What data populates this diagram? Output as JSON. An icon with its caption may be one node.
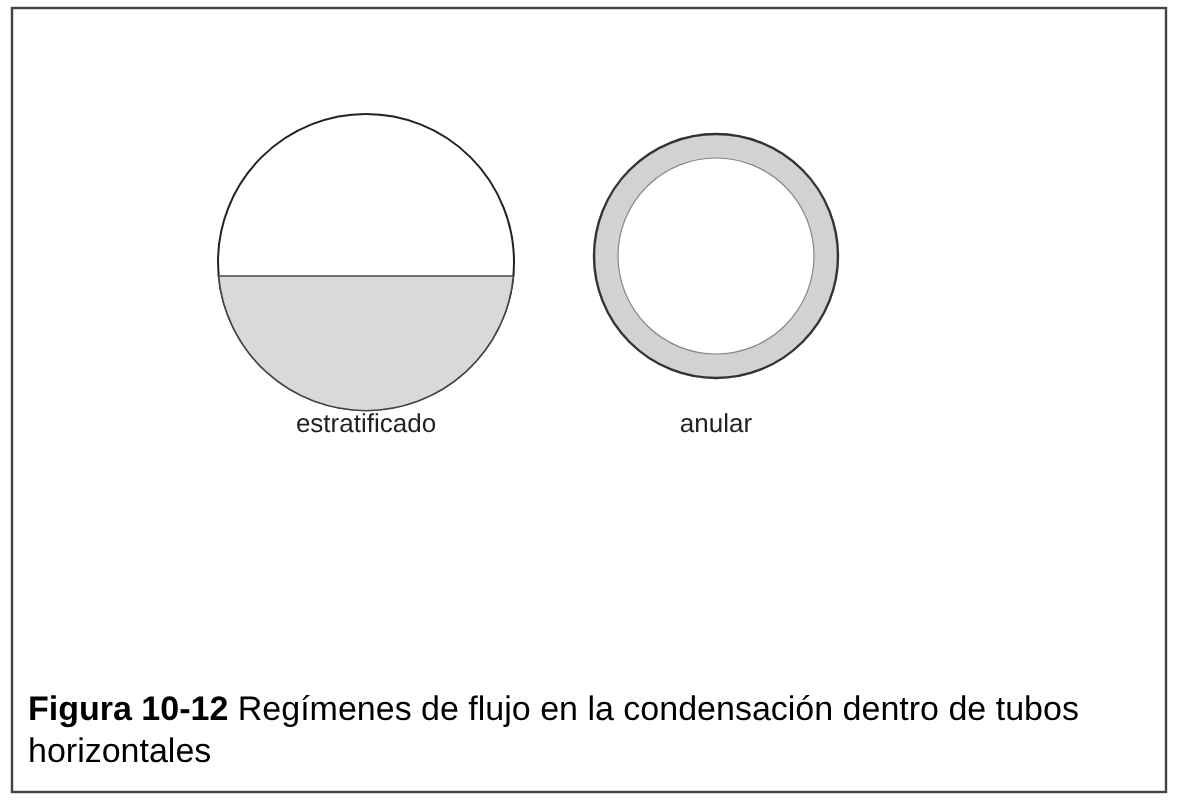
{
  "diagram": {
    "caption": "**Figura 10-12** Regímenes de flujo en la condensación dentro de tubos horizontales",
    "labels": [
      "estratificado",
      "anular"
    ]
  }
}
